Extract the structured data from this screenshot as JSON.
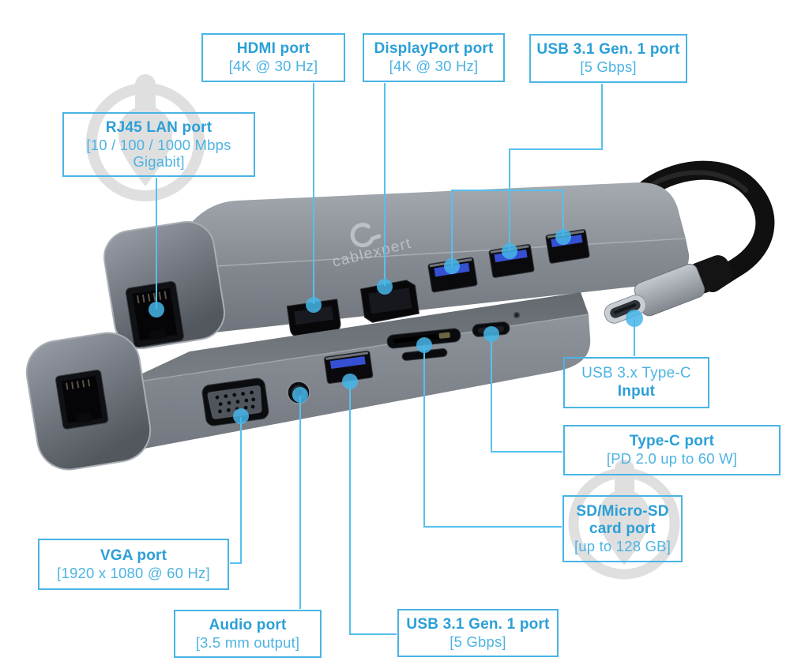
{
  "labels": {
    "hdmi": {
      "title": "HDMI port",
      "spec": "[4K @ 30 Hz]"
    },
    "displayport": {
      "title": "DisplayPort port",
      "spec": "[4K @ 30 Hz]"
    },
    "usb_top": {
      "title": "USB 3.1 Gen. 1 port",
      "spec": "[5 Gbps]"
    },
    "rj45": {
      "title": "RJ45 LAN port",
      "spec": "[10 / 100 / 1000 Mbps Gigabit]"
    },
    "typec_input": {
      "title": "USB 3.x Type-C",
      "spec": "Input"
    },
    "typec_port": {
      "title": "Type-C port",
      "spec": "[PD 2.0 up to 60 W]"
    },
    "sd": {
      "title": "SD/Micro-SD card port",
      "spec": "[up to 128 GB]"
    },
    "vga": {
      "title": "VGA port",
      "spec": "[1920 x 1080 @ 60 Hz]"
    },
    "audio": {
      "title": "Audio port",
      "spec": "[3.5 mm output]"
    },
    "usb_bottom": {
      "title": "USB 3.1 Gen. 1 port",
      "spec": "[5 Gbps]"
    }
  },
  "branding": {
    "logo_text": "cablexpert"
  },
  "colors": {
    "label_border": "#49b4e4",
    "label_title": "#2b9fd7",
    "label_spec": "#4db3e2",
    "callout_line": "#56c0ee",
    "callout_dot": "#47b6e9",
    "device_grey": "#7f848b",
    "watermark_grey": "#c0c0c0"
  }
}
